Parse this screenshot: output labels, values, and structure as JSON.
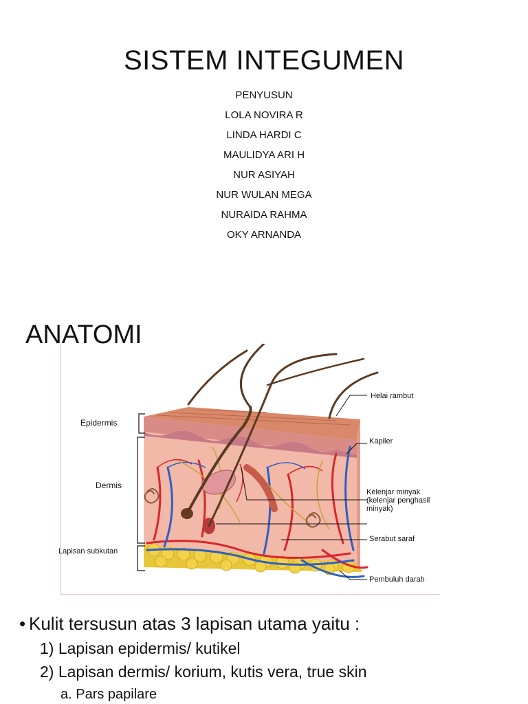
{
  "slide1": {
    "title": "SISTEM INTEGUMEN",
    "authors": [
      "PENYUSUN",
      "LOLA NOVIRA R",
      "LINDA HARDI C",
      "MAULIDYA ARI H",
      "NUR ASIYAH",
      "NUR WULAN MEGA",
      "NURAIDA RAHMA",
      "OKY ARNANDA"
    ]
  },
  "slide2": {
    "section_title": "ANATOMI",
    "figure": {
      "left_labels": {
        "epidermis": "Epidermis",
        "dermis": "Dermis",
        "subkutan": "Lapisan subkutan"
      },
      "right_labels": {
        "helai_rambut": "Helai rambut",
        "kapiler": "Kapiler",
        "kelenjar_1": "Kelenjar minyak",
        "kelenjar_2": "(kelenjar penghasil",
        "kelenjar_3": "minyak)",
        "serabut_saraf": "Serabut saraf",
        "pembuluh_darah": "Pembuluh darah"
      }
    },
    "bullet": "Kulit tersusun atas 3 lapisan utama yaitu :",
    "items": [
      "1) Lapisan epidermis/ kutikel",
      "2) Lapisan dermis/ korium, kutis vera, true skin"
    ],
    "subitems": [
      "a.  Pars papilare"
    ]
  }
}
